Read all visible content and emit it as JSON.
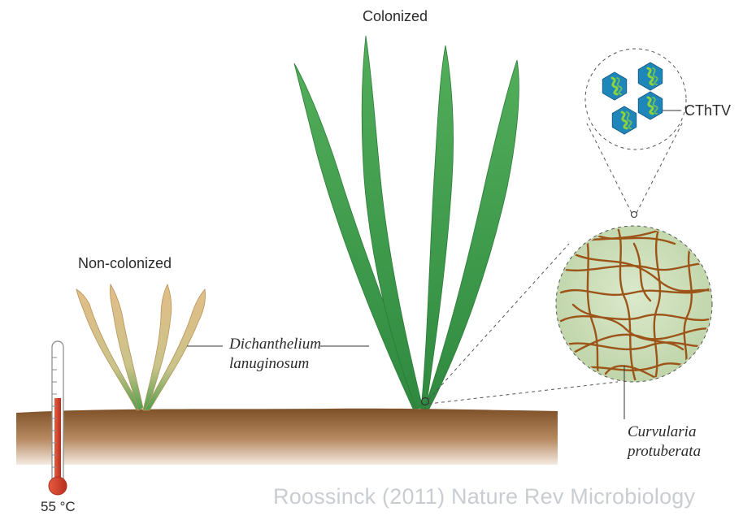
{
  "labels": {
    "colonized": "Colonized",
    "non_colonized": "Non-colonized",
    "plant_species_line1": "Dichanthelium",
    "plant_species_line2": "lanuginosum",
    "virus": "CThTV",
    "fungus_line1": "Curvularia",
    "fungus_line2": "protuberata",
    "temperature": "55 °C"
  },
  "credit": {
    "line1": "Roossinck (2011) Nature Rev Microbiology"
  },
  "colors": {
    "soil_top": "#8a5a32",
    "soil_bottom": "#f2e6da",
    "healthy_leaf": "#3f9a4a",
    "wilted_leaf": "#d9b77e",
    "hyphae": "#9c5418",
    "fungus_bg": "#cfe0bf",
    "virus_hex": "#1e86b8",
    "virus_rna": "#8bd33a",
    "thermometer_fluid": "#d9412e"
  }
}
